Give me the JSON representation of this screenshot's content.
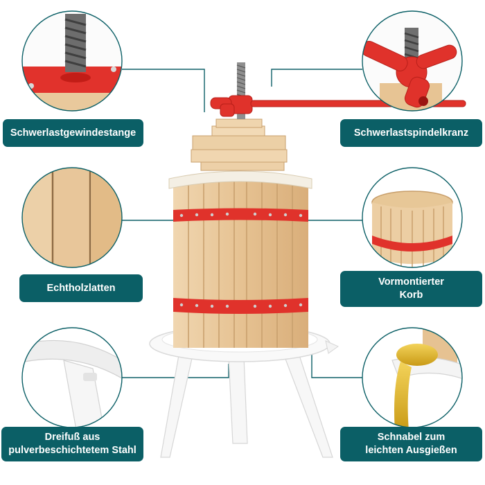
{
  "features": {
    "thread_rod": "Schwerlastgewindestange",
    "spindle_crown": "Schwerlastspindelkranz",
    "wood_slats": "Echtholzlatten",
    "basket_line1": "Vormontierter",
    "basket_line2": "Korb",
    "tripod_line1": "Dreifuß aus",
    "tripod_line2": "pulverbeschichtetem Stahl",
    "spout_line1": "Schnabel zum",
    "spout_line2": "leichten Ausgießen"
  },
  "colors": {
    "label_bg": "#0b5f66",
    "label_text": "#ffffff",
    "accent_red": "#e0322b",
    "wood": "#e8c9a0",
    "connector": "#0b5f66",
    "circle_border": "#0b5f66"
  },
  "icons": {
    "thread_rod_detail": "threaded-rod-closeup",
    "spindle_crown_detail": "red-spindle-crown-closeup",
    "wood_slats_detail": "wood-slats-closeup",
    "basket_detail": "wooden-basket-closeup",
    "tripod_detail": "white-tripod-closeup",
    "spout_detail": "pouring-spout-closeup"
  }
}
